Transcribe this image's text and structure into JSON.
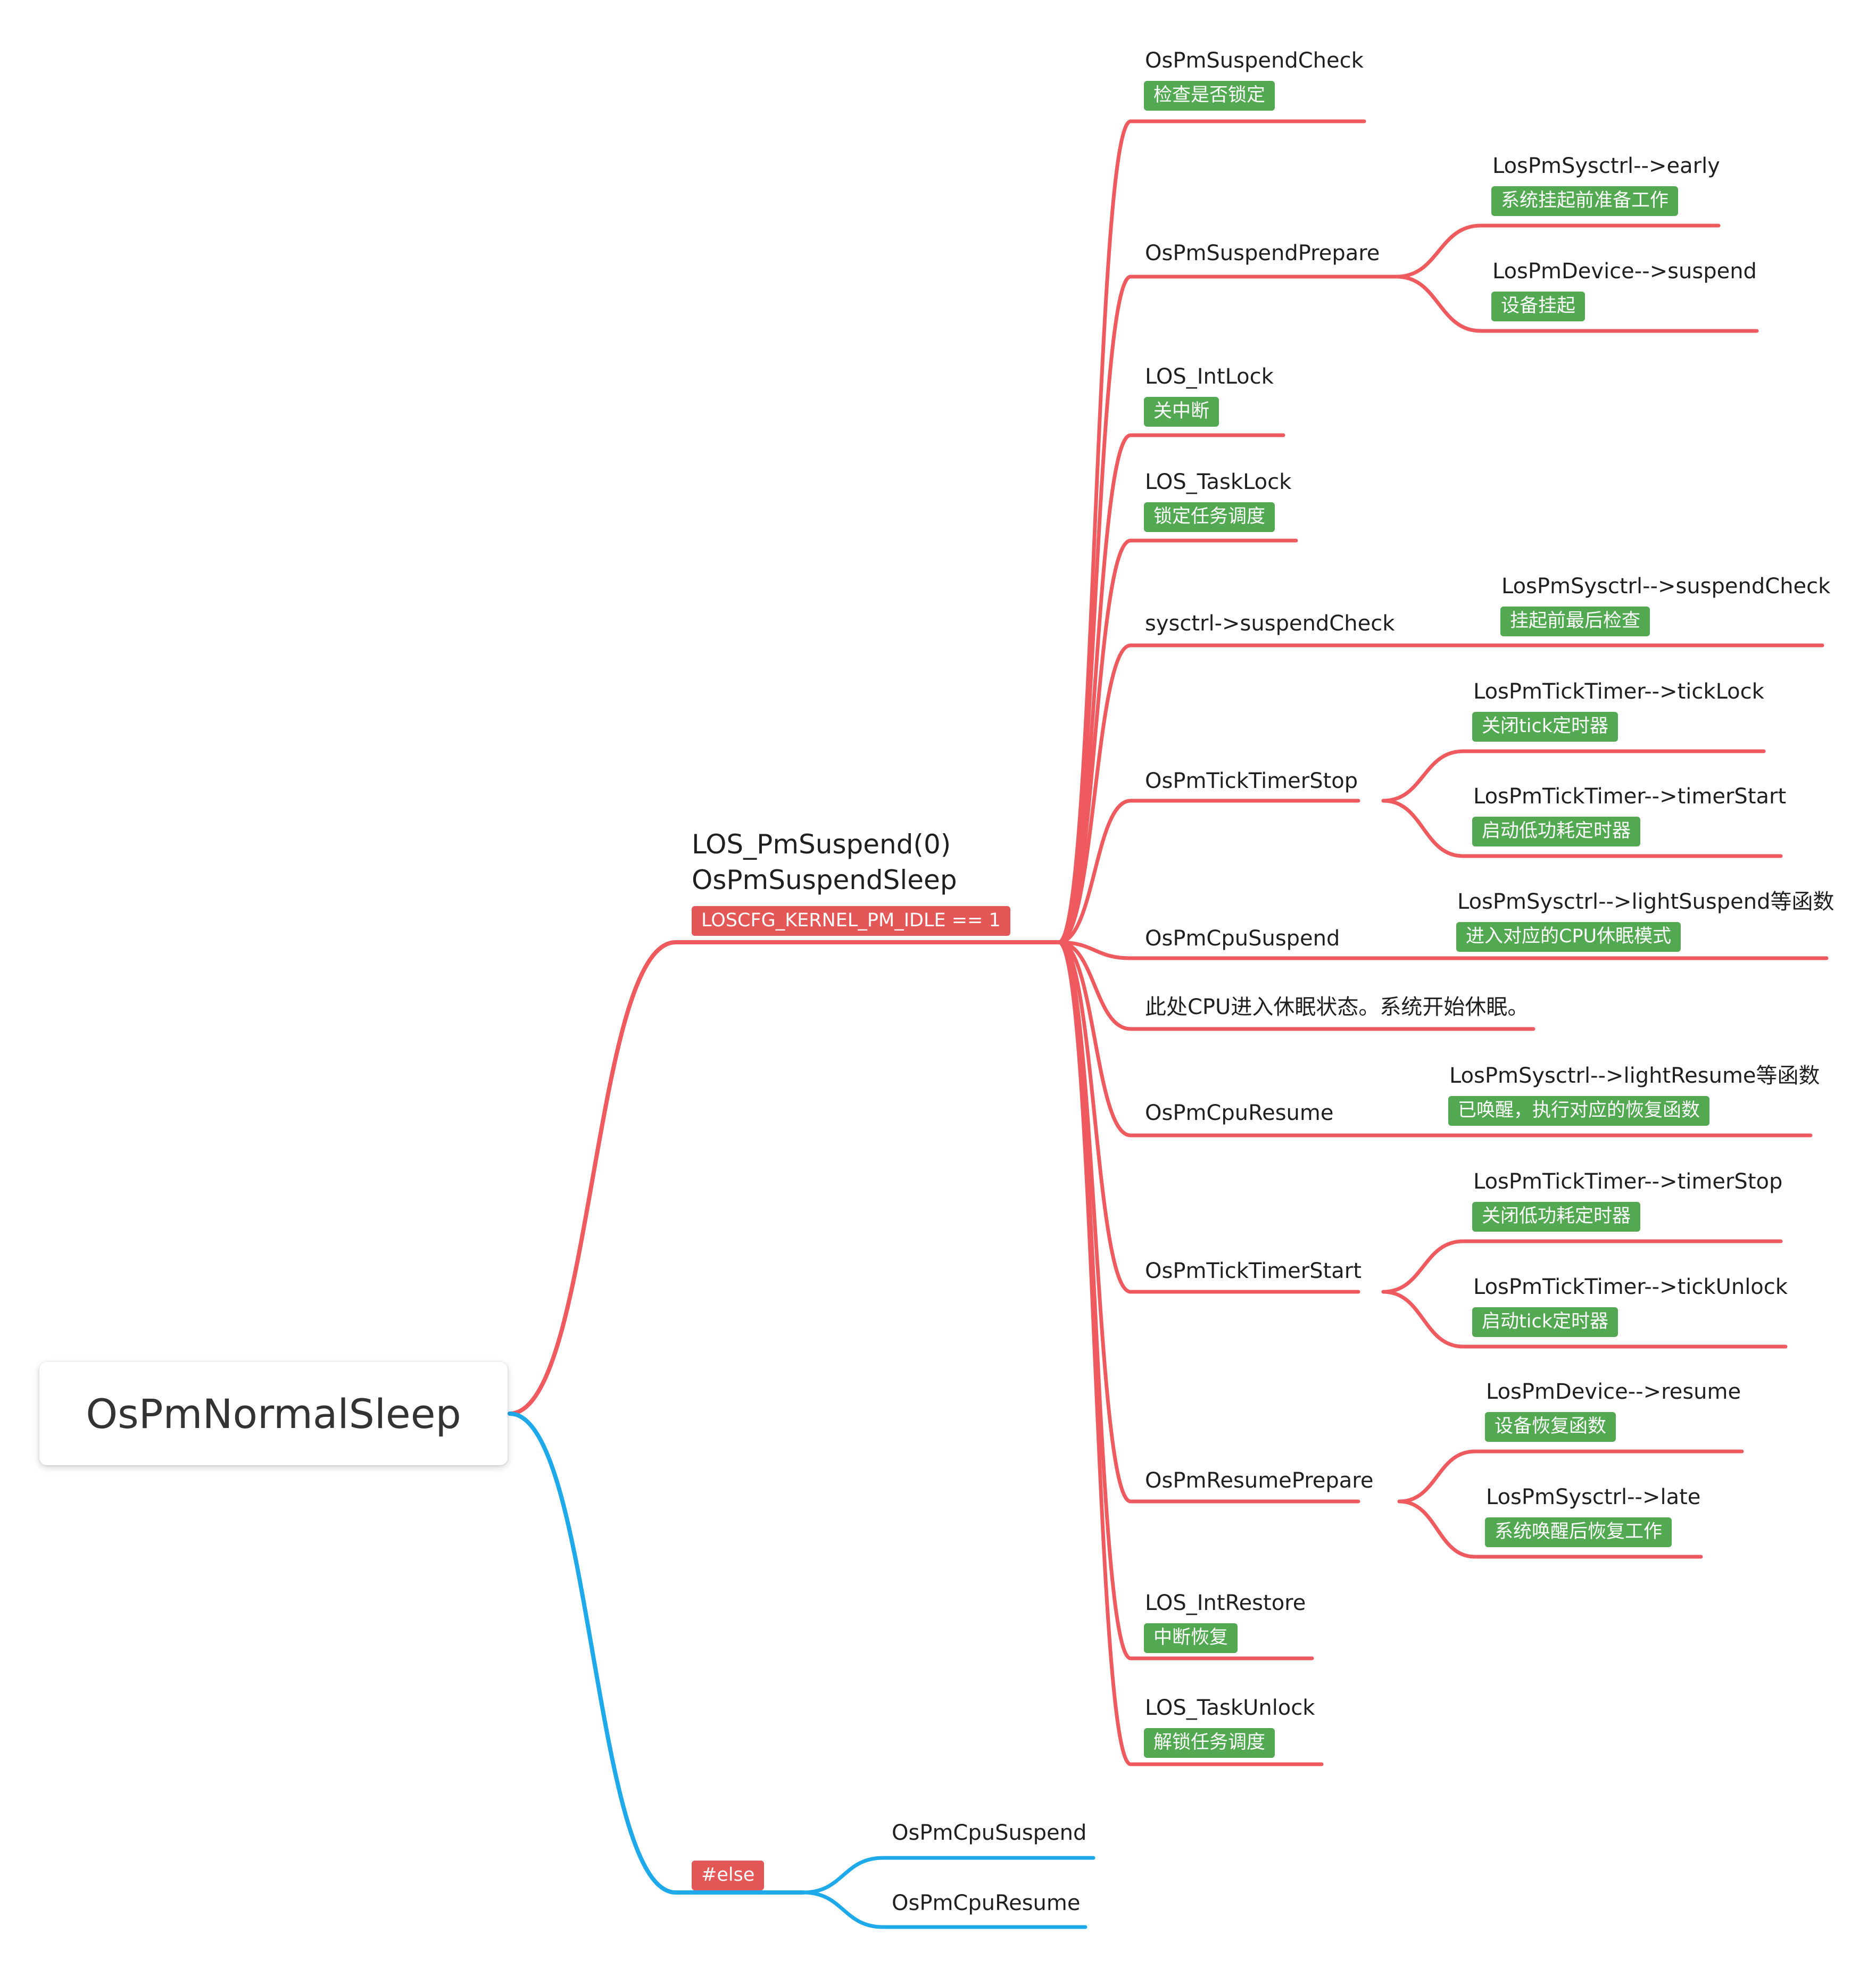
{
  "colors": {
    "red_branch": "#ef5a5e",
    "blue_branch": "#1ea9ea",
    "note_green": "#53a852",
    "note_red": "#e35757"
  },
  "root": {
    "title": "OsPmNormalSleep"
  },
  "suspend_branch": {
    "line1": "LOS_PmSuspend(0)",
    "line2": "OsPmSuspendSleep",
    "condition": "LOSCFG_KERNEL_PM_IDLE == 1",
    "steps": [
      {
        "label": "OsPmSuspendCheck",
        "note": "检查是否锁定"
      },
      {
        "label": "OsPmSuspendPrepare",
        "children": [
          {
            "label": "LosPmSysctrl-->early",
            "note": "系统挂起前准备工作"
          },
          {
            "label": "LosPmDevice-->suspend",
            "note": "设备挂起"
          }
        ]
      },
      {
        "label": "LOS_IntLock",
        "note": "关中断"
      },
      {
        "label": "LOS_TaskLock",
        "note": "锁定任务调度"
      },
      {
        "label": "sysctrl->suspendCheck",
        "children": [
          {
            "label": "LosPmSysctrl-->suspendCheck",
            "note": "挂起前最后检查"
          }
        ]
      },
      {
        "label": "OsPmTickTimerStop",
        "children": [
          {
            "label": "LosPmTickTimer-->tickLock",
            "note": "关闭tick定时器"
          },
          {
            "label": "LosPmTickTimer-->timerStart",
            "note": "启动低功耗定时器"
          }
        ]
      },
      {
        "label": "OsPmCpuSuspend",
        "children": [
          {
            "label": "LosPmSysctrl-->lightSuspend等函数",
            "note": "进入对应的CPU休眠模式"
          }
        ]
      },
      {
        "label": "此处CPU进入休眠状态。系统开始休眠。"
      },
      {
        "label": "OsPmCpuResume",
        "children": [
          {
            "label": "LosPmSysctrl-->lightResume等函数",
            "note": "已唤醒，执行对应的恢复函数"
          }
        ]
      },
      {
        "label": "OsPmTickTimerStart",
        "children": [
          {
            "label": "LosPmTickTimer-->timerStop",
            "note": "关闭低功耗定时器"
          },
          {
            "label": "LosPmTickTimer-->tickUnlock",
            "note": "启动tick定时器"
          }
        ]
      },
      {
        "label": "OsPmResumePrepare",
        "children": [
          {
            "label": "LosPmDevice-->resume",
            "note": "设备恢复函数"
          },
          {
            "label": "LosPmSysctrl-->late",
            "note": "系统唤醒后恢复工作"
          }
        ]
      },
      {
        "label": "LOS_IntRestore",
        "note": "中断恢复"
      },
      {
        "label": "LOS_TaskUnlock",
        "note": "解锁任务调度"
      }
    ]
  },
  "else_branch": {
    "condition": "#else",
    "children": [
      {
        "label": "OsPmCpuSuspend"
      },
      {
        "label": "OsPmCpuResume"
      }
    ]
  }
}
